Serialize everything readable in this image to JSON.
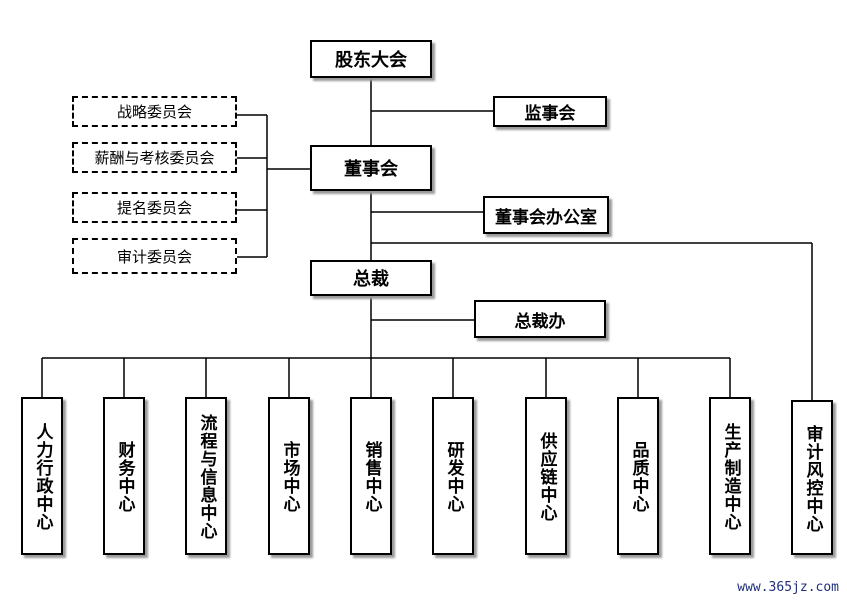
{
  "chart": {
    "shareholders": "股东大会",
    "supervisory_board": "监事会",
    "board": "董事会",
    "board_office": "董事会办公室",
    "president": "总裁",
    "president_office": "总裁办",
    "committees": [
      "战略委员会",
      "薪酬与考核委员会",
      "提名委员会",
      "审计委员会"
    ],
    "centers": [
      "人力行政中心",
      "财务中心",
      "流程与信息中心",
      "市场中心",
      "销售中心",
      "研发中心",
      "供应链中心",
      "品质中心",
      "生产制造中心",
      "审计风控中心"
    ]
  },
  "watermark": "www.365jz.com"
}
